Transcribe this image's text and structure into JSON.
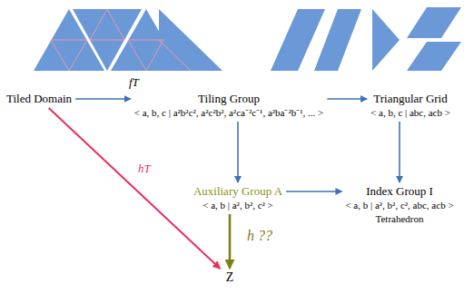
{
  "diagram": {
    "nodes": [
      {
        "text": [
          "Tiled Domain"
        ]
      },
      {
        "text": [
          "Tiling Group",
          "< a, b, c | a²b²c², a²c²b², a²ca⁻²c⁻¹, a²ba⁻²b⁻¹, ... >"
        ]
      },
      {
        "text": [
          "Triangular Grid",
          "< a, b, c | abc, acb >"
        ]
      },
      {
        "text": [
          "Auxiliary Group A",
          "< a, b | a², b², c² >"
        ]
      },
      {
        "text": [
          "Index Group I",
          "< a, b | a², b², c², abc, acb >",
          "Tetrahedron"
        ]
      },
      {
        "text": [
          "Z"
        ]
      }
    ],
    "edges": [
      {
        "from": 0,
        "to": 1,
        "label": "fT",
        "arrow": "to"
      },
      {
        "from": 1,
        "to": 2,
        "arrow": "to"
      },
      {
        "from": 1,
        "to": 3,
        "arrow": "to"
      },
      {
        "from": 2,
        "to": 4,
        "arrow": "to"
      },
      {
        "from": 3,
        "to": 4,
        "arrow": "to"
      },
      {
        "from": 0,
        "to": 5,
        "label": "hT",
        "arrow": "to"
      },
      {
        "from": 3,
        "to": 5,
        "label": "h ??",
        "arrow": "to"
      }
    ]
  }
}
